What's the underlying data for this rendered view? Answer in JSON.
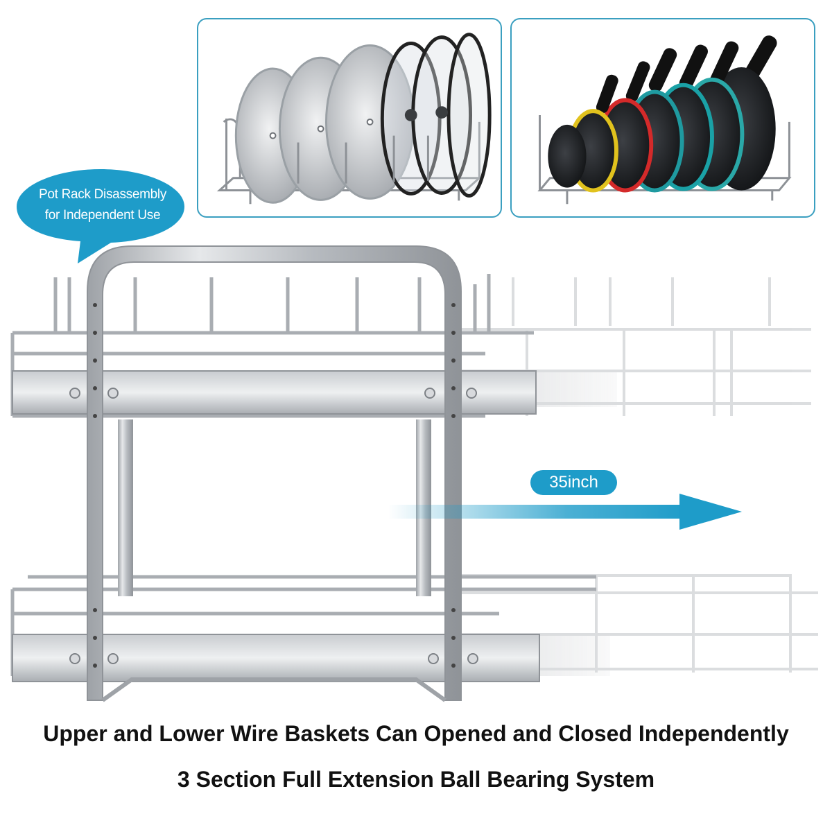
{
  "callout": {
    "line1": "Pot Rack Disassembly",
    "line2": "for Independent Use",
    "color": "#1e9cc9"
  },
  "extension_label": "35inch",
  "captions": {
    "line1": "Upper and Lower Wire Baskets Can Opened and Closed Independently",
    "line2": "3 Section Full Extension Ball Bearing System"
  },
  "colors": {
    "accent": "#1e9cc9",
    "panel_border": "#3a9fc0",
    "steel": "#b9bcc0"
  },
  "pan_colors": [
    "#e1c21d",
    "#d42a2a",
    "#c92d2d",
    "#1f9aa0",
    "#1aa1a6",
    "#2aa8a8"
  ]
}
